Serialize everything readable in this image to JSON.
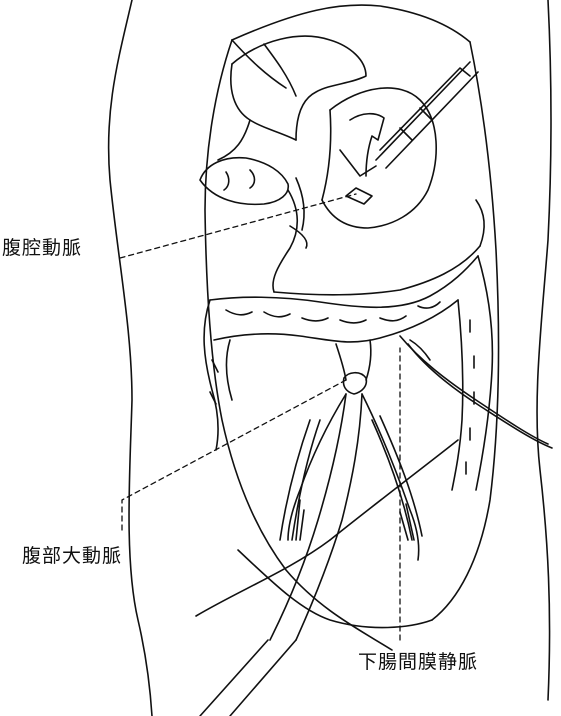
{
  "labels": {
    "celiac_artery": "腹腔動脈",
    "abdominal_aorta": "腹部大動脈",
    "inferior_mesenteric_vein": "下腸間膜静脈"
  },
  "colors": {
    "ink": "#111111",
    "background": "#ffffff"
  }
}
